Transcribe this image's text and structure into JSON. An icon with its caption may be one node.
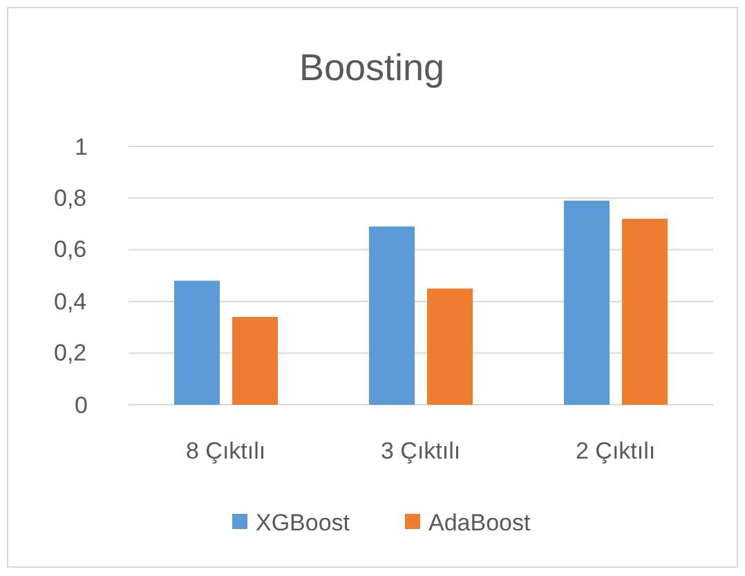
{
  "diagram": {
    "chart_data": {
      "type": "bar",
      "title": "Boosting",
      "categories": [
        "8 Çıktılı",
        "3 Çıktılı",
        "2 Çıktılı"
      ],
      "series": [
        {
          "name": "XGBoost",
          "color": "#5b9bd5",
          "values": [
            0.48,
            0.69,
            0.79
          ]
        },
        {
          "name": "AdaBoost",
          "color": "#ed7d31",
          "values": [
            0.34,
            0.45,
            0.72
          ]
        }
      ],
      "ylim": [
        0,
        1
      ],
      "grid": true,
      "legend": "bottom",
      "yticks": [
        {
          "value": 0,
          "label": "0"
        },
        {
          "value": 0.2,
          "label": "0,2"
        },
        {
          "value": 0.4,
          "label": "0,4"
        },
        {
          "value": 0.6,
          "label": "0,6"
        },
        {
          "value": 0.8,
          "label": "0,8"
        },
        {
          "value": 1,
          "label": "1"
        }
      ]
    }
  }
}
